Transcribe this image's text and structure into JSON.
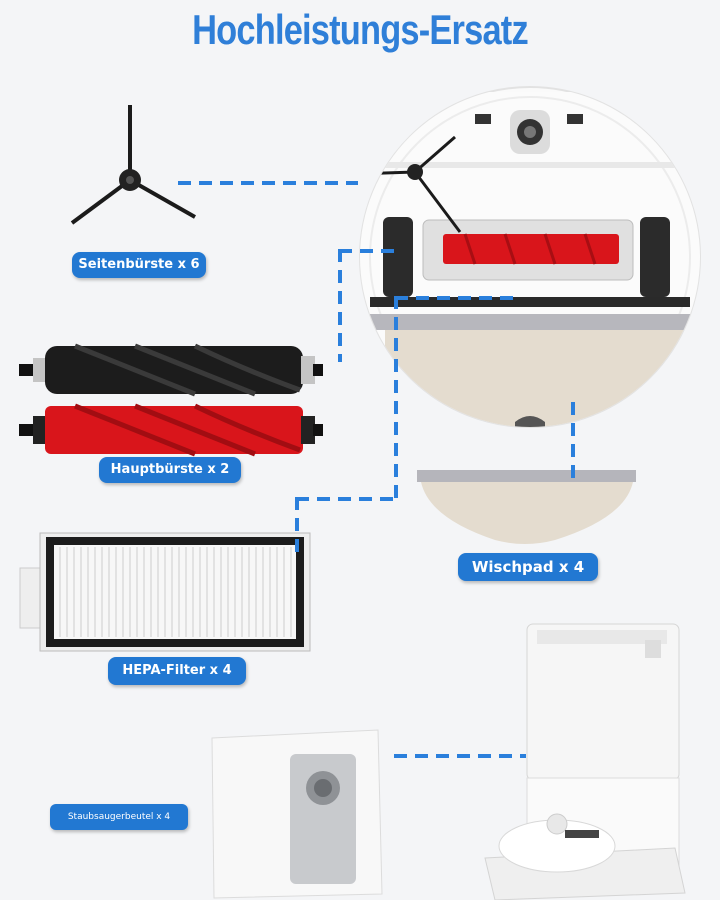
{
  "title": "Hochleistungs-Ersatz",
  "labels": {
    "side_brush": "Seitenbürste x 6",
    "main_brush": "Hauptbürste x 2",
    "hepa_filter": "HEPA-Filter x 4",
    "mop_pad": "Wischpad x 4",
    "dust_bag": "Staubsaugerbeutel x 4"
  },
  "colors": {
    "accent": "#2278d2",
    "brush_red": "#d9151b",
    "brush_black": "#1a1a1a"
  }
}
